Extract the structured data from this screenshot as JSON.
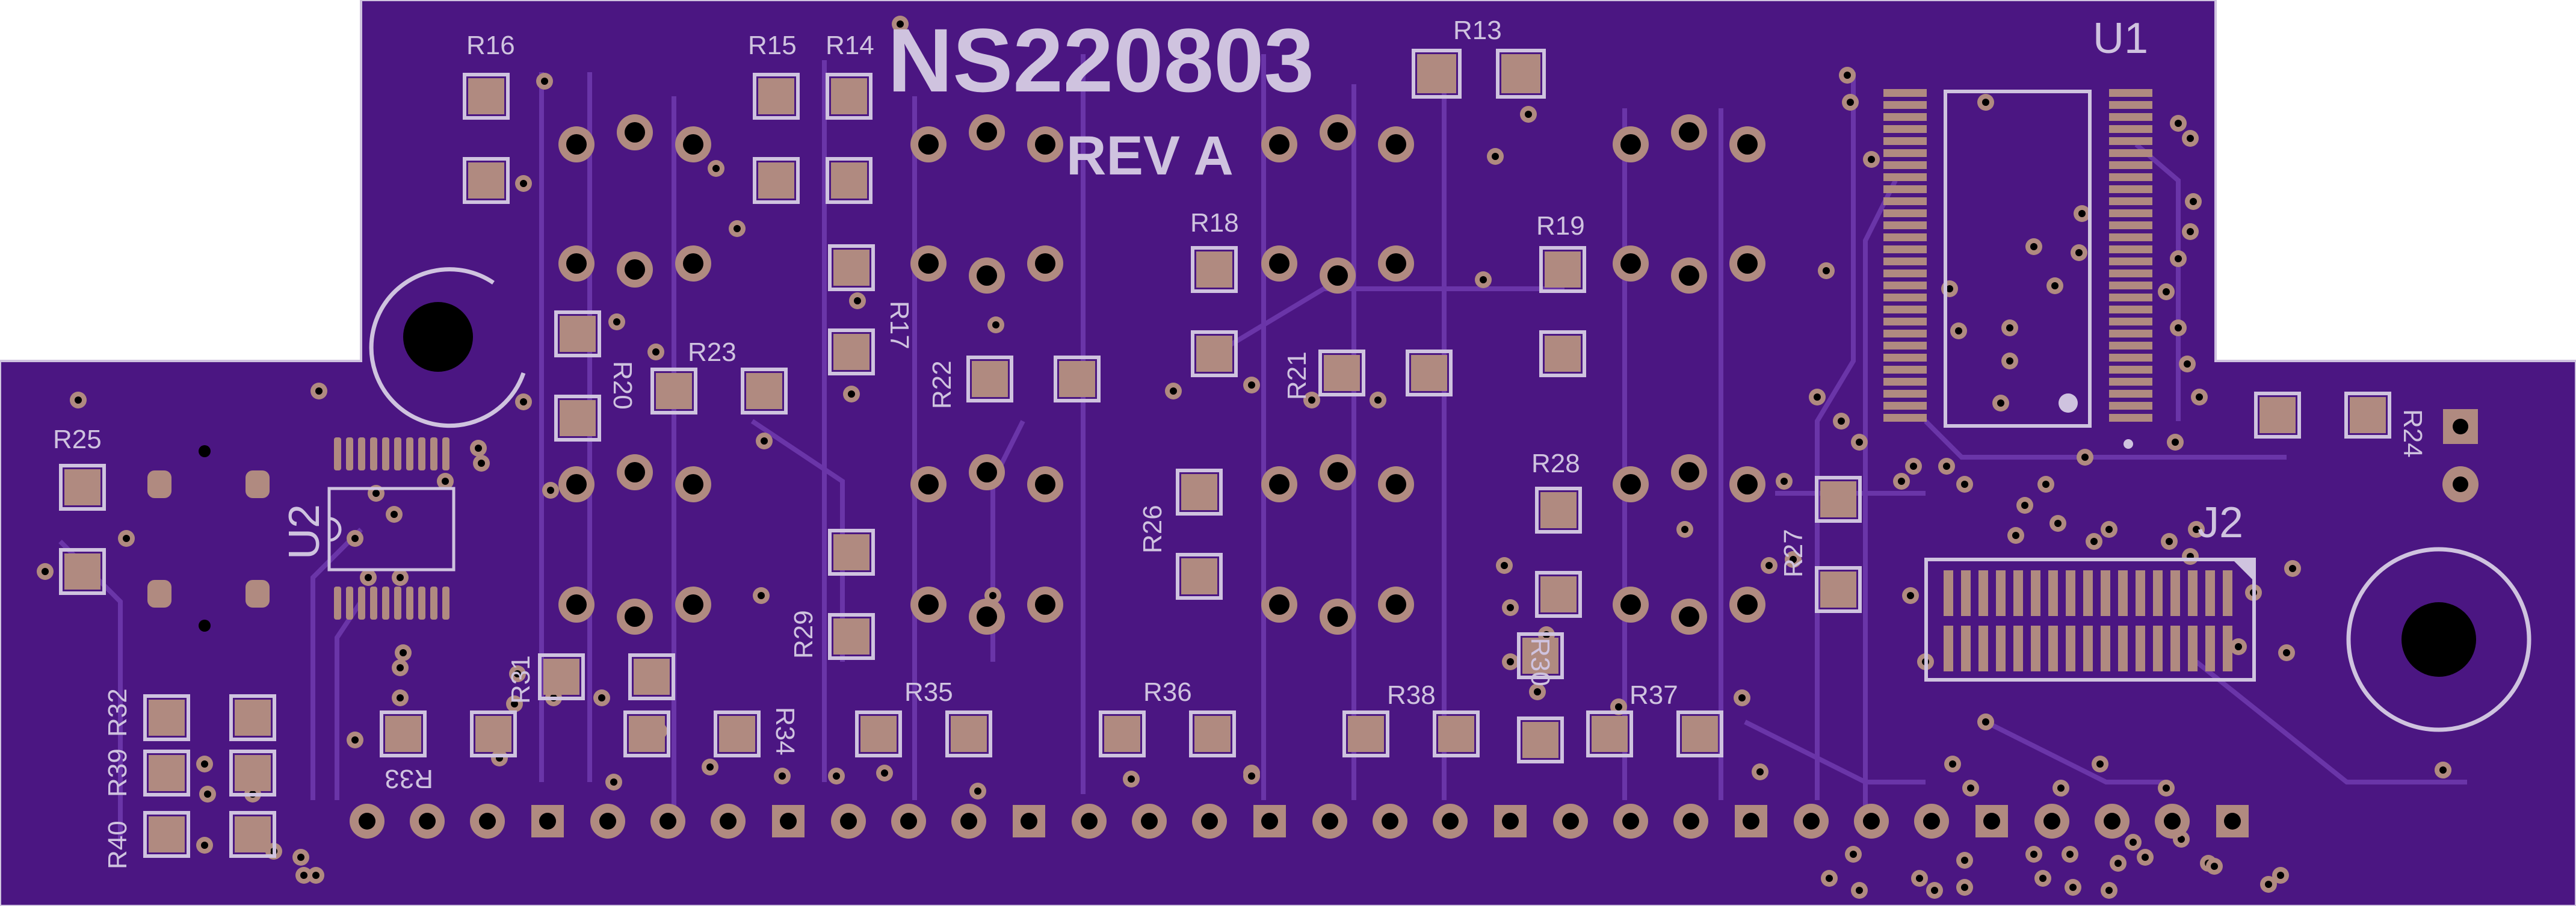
{
  "board": {
    "title": "NS220803",
    "revision": "REV A",
    "colors": {
      "substrate": "#4b1682",
      "copper": "#5a2094",
      "trace": "#6a35a8",
      "silkscreen": "#cfc3df",
      "pad": "#b08a80",
      "drill": "#000000",
      "background": "#ffffff"
    }
  },
  "designators": {
    "R16": "R16",
    "R15": "R15",
    "R14": "R14",
    "R13": "R13",
    "U1": "U1",
    "R17": "R17",
    "R18": "R18",
    "R19": "R19",
    "R20": "R20",
    "R21": "R21",
    "R22": "R22",
    "R23": "R23",
    "R24": "R24",
    "R25": "R25",
    "R26": "R26",
    "R27": "R27",
    "R28": "R28",
    "R29": "R29",
    "R30": "R30",
    "R31": "R31",
    "R32": "R32",
    "R33": "R33",
    "R34": "R34",
    "R35": "R35",
    "R36": "R36",
    "R37": "R37",
    "R38": "R38",
    "R39": "R39",
    "R40": "R40",
    "U2": "U2",
    "J2": "J2"
  }
}
